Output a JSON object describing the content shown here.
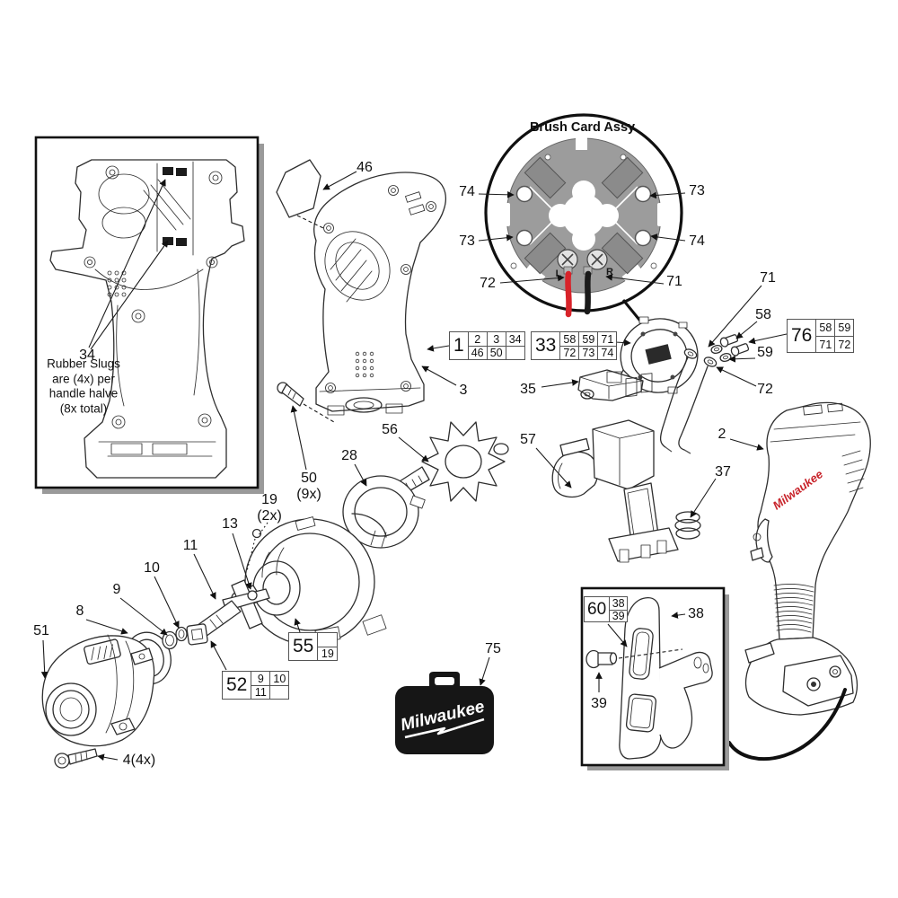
{
  "colors": {
    "wire_left": "#d8232a",
    "wire_right": "#1a1a1a",
    "logo_red": "#c8242b",
    "case_black": "#161616"
  },
  "branding": {
    "case_logo": "Milwaukee",
    "tool_logo": "Milwaukee"
  },
  "brush_card_inset": {
    "title": "Brush Card Assy.",
    "left_terminal": "L",
    "right_terminal": "R",
    "top_left": "74",
    "top_right": "73",
    "bottom_left": "73",
    "bottom_right": "74",
    "wire_left": "72",
    "wire_right": "71"
  },
  "rubber_slug_inset": {
    "callout": "34",
    "note": [
      "Rubber Slugs",
      "are (4x) per",
      "handle halve",
      "(8x total)"
    ]
  },
  "belt_hook_inset": {
    "hook": "38",
    "screw": "39"
  },
  "callouts": {
    "sticker_46": "46",
    "housing_3": "3",
    "screw_50": "50",
    "screw_50_qty": "(9x)",
    "armature_56": "56",
    "ring_28": "28",
    "balls_19": "19",
    "balls_19_qty": "(2x)",
    "ball_13": "13",
    "anvil_11": "11",
    "oring_10": "10",
    "washer_9": "9",
    "ring_8": "8",
    "nose_51": "51",
    "screws_4": "4(4x)",
    "case_75": "75",
    "lever_35": "35",
    "switch_57": "57",
    "handle_2": "2",
    "spring_37": "37",
    "terminal_71_top": "71",
    "screws_58": "58",
    "washers_59": "59",
    "terminal_72_side": "72"
  },
  "tables": {
    "g1": {
      "key": "1",
      "cells": [
        [
          "2",
          "3",
          "34"
        ],
        [
          "46",
          "50",
          ""
        ]
      ]
    },
    "g33": {
      "key": "33",
      "cells": [
        [
          "58",
          "59",
          "71"
        ],
        [
          "72",
          "73",
          "74"
        ]
      ]
    },
    "g76": {
      "key": "76",
      "cells": [
        [
          "58",
          "59"
        ],
        [
          "71",
          "72"
        ]
      ]
    },
    "g55": {
      "key": "55",
      "cells": [
        [
          ""
        ],
        [
          "19"
        ]
      ]
    },
    "g52": {
      "key": "52",
      "cells": [
        [
          "9",
          "10"
        ],
        [
          "11",
          ""
        ]
      ]
    },
    "g60": {
      "key": "60",
      "cells": [
        [
          "38"
        ],
        [
          "39"
        ]
      ]
    }
  }
}
